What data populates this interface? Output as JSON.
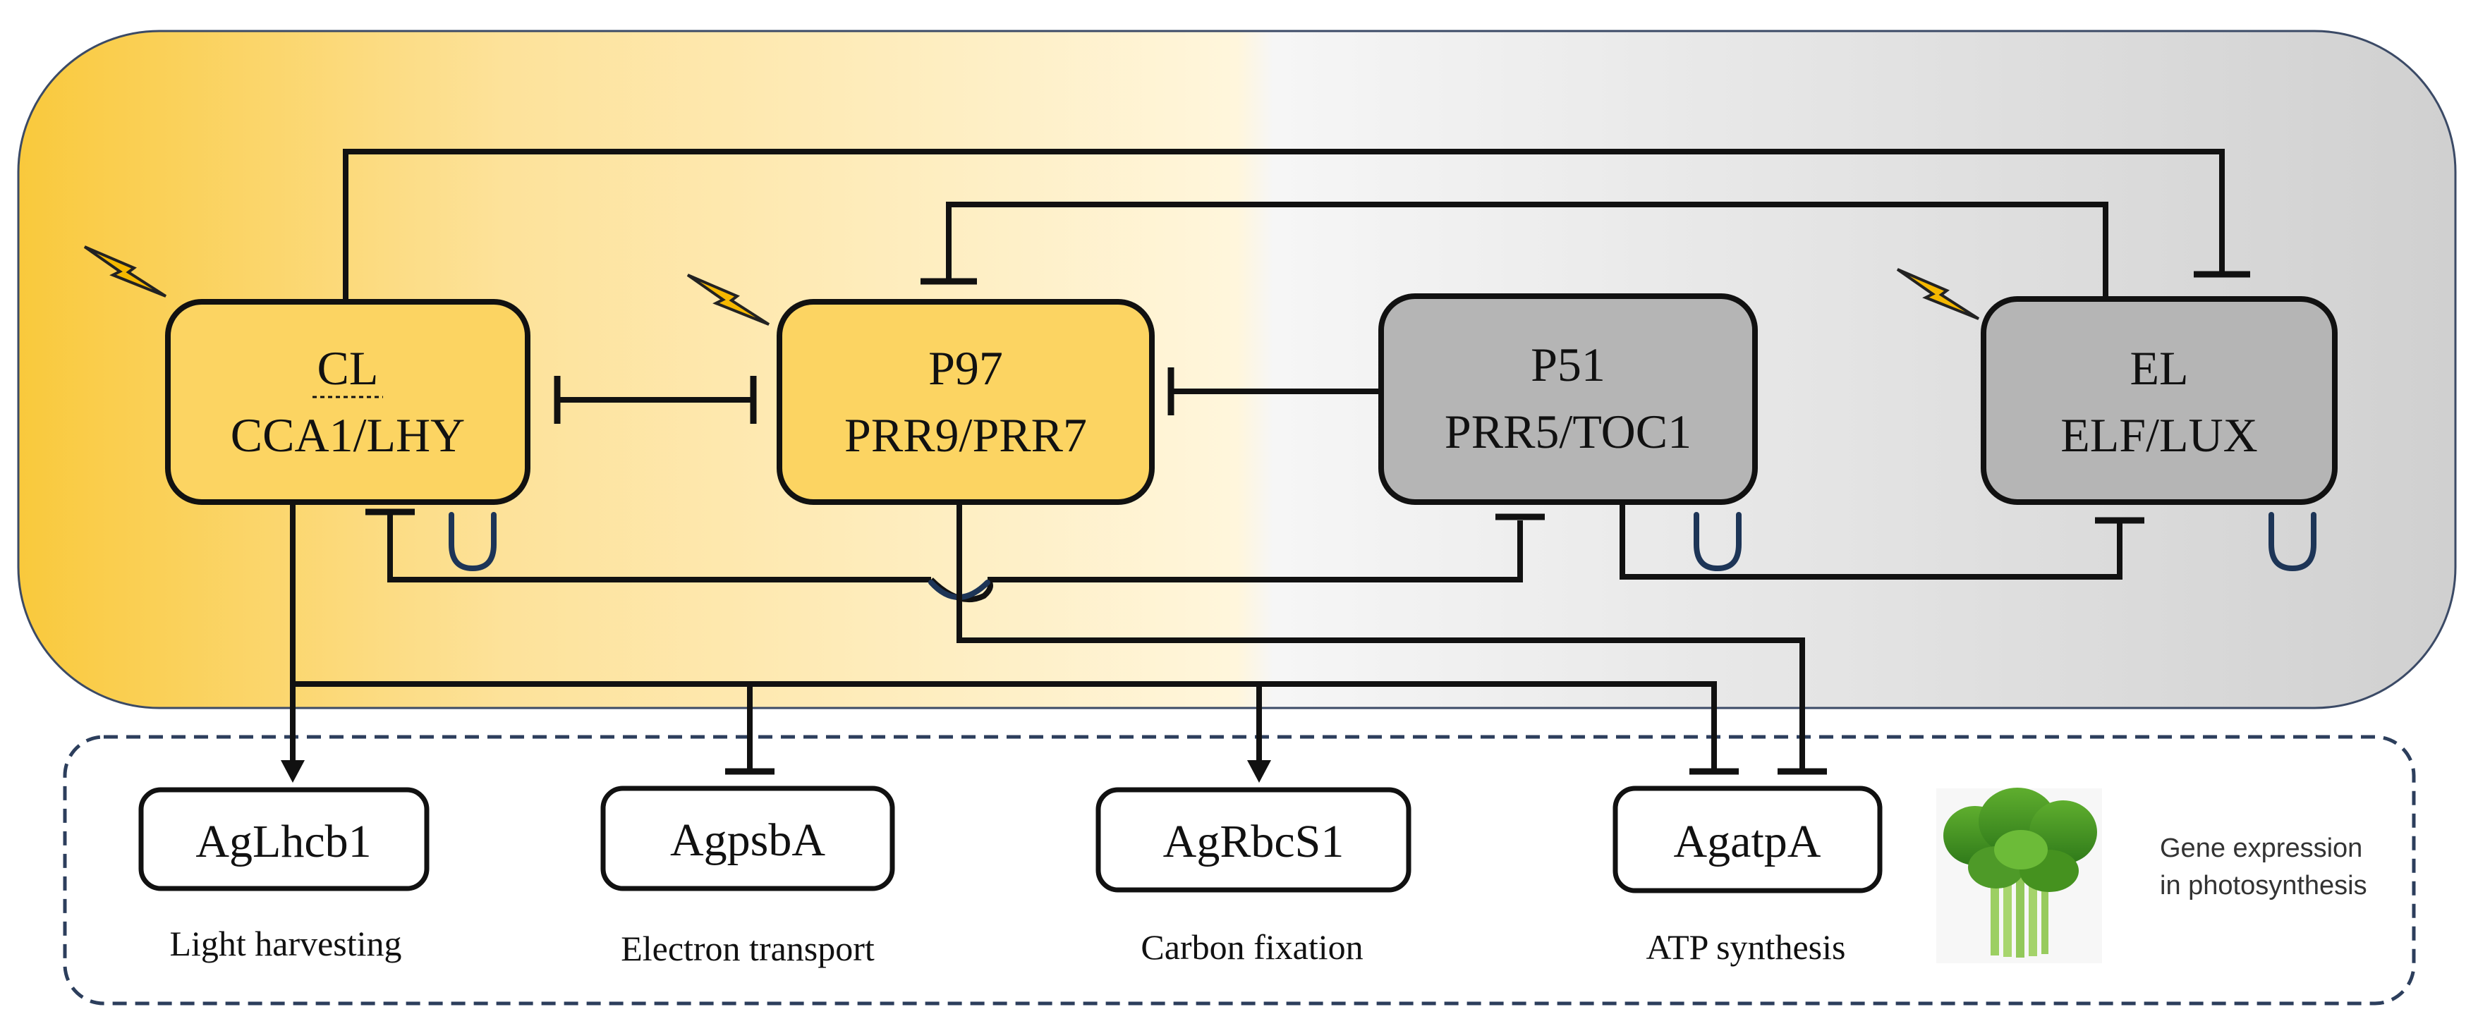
{
  "regulators": [
    {
      "abbrev": "CL",
      "genes": "CCA1/LHY",
      "fill": "#fcd462",
      "light_induced": true
    },
    {
      "abbrev": "P97",
      "genes": "PRR9/PRR7",
      "fill": "#fcd462",
      "light_induced": true
    },
    {
      "abbrev": "P51",
      "genes": "PRR5/TOC1",
      "fill": "#b5b5b5",
      "light_induced": false
    },
    {
      "abbrev": "EL",
      "genes": "ELF/LUX",
      "fill": "#b5b5b5",
      "light_induced": true
    }
  ],
  "targets": [
    {
      "gene": "AgLhcb1",
      "process": "Light harvesting"
    },
    {
      "gene": "AgpsbA",
      "process": "Electron transport"
    },
    {
      "gene": "AgRbcS1",
      "process": "Carbon fixation"
    },
    {
      "gene": "AgatpA",
      "process": "ATP synthesis"
    }
  ],
  "caption": {
    "line1": "Gene expression",
    "line2": "in photosynthesis"
  },
  "icons": {
    "light": "lightning-bolt-icon",
    "plant": "celery-icon"
  },
  "colors": {
    "day_gradient_start": "#f9c93c",
    "day_gradient_end": "#fff6dc",
    "night_gradient_start": "#f6f6f6",
    "night_gradient_end": "#d2d2d2",
    "autoregulation": "#1d3557",
    "outline": "#111111",
    "target_border": "#2c3e5c"
  }
}
